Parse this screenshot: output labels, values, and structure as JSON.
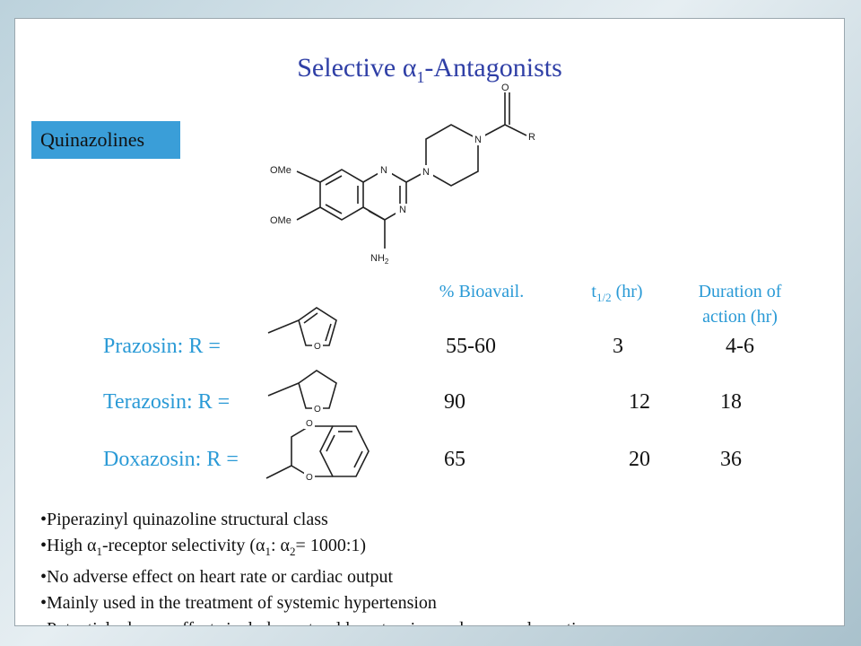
{
  "slide": {
    "title_prefix": "Selective α",
    "title_sub": "1",
    "title_suffix": "-Antagonists",
    "class_label": "Quinazolines"
  },
  "structure": {
    "labels": {
      "ome_top": "OMe",
      "ome_bottom": "OMe",
      "n1": "N",
      "n3": "N",
      "n_pip1": "N",
      "n_pip4": "N",
      "nh2": "NH",
      "nh2_sub": "2",
      "carbonyl_o": "O",
      "r_group": "R"
    }
  },
  "table": {
    "headers": {
      "bioavail": "% Bioavail.",
      "thalf_prefix": "t",
      "thalf_sub": "1/2",
      "thalf_suffix": " (hr)",
      "duration_line1": "Duration of",
      "duration_line2": "action (hr)"
    },
    "rows": [
      {
        "drug": "Prazosin: R =",
        "bioavail": "55-60",
        "thalf": "3",
        "duration": "4-6",
        "ring_o": "O"
      },
      {
        "drug": "Terazosin: R =",
        "bioavail": "90",
        "thalf": "12",
        "duration": "18",
        "ring_o": "O"
      },
      {
        "drug": "Doxazosin: R =",
        "bioavail": "65",
        "thalf": "20",
        "duration": "36",
        "ring_o_top": "O",
        "ring_o_bottom": "O"
      }
    ]
  },
  "bullets": {
    "b1": "•Piperazinyl quinazoline structural class",
    "b2_a": "•High α",
    "b2_sub1": "1",
    "b2_b": "-receptor selectivity (α",
    "b2_sub2": "1",
    "b2_c": ": α",
    "b2_sub3": "2",
    "b2_d": "= 1000:1)",
    "b3": "•No adverse effect on heart rate or cardiac output",
    "b4": "•Mainly used in the treatment of systemic hypertension",
    "b5": "•Potential adverse effects include postural hypotension and syncopal reactions"
  }
}
